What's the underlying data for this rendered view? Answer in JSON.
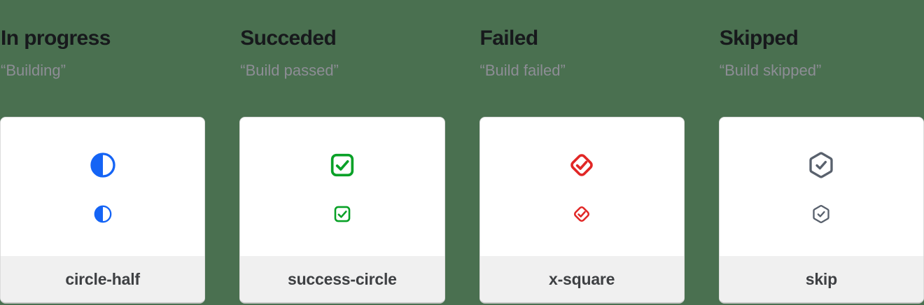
{
  "page": {
    "background_color": "#4a7050",
    "card_background": "#ffffff",
    "card_footer_background": "#f0f0f0",
    "heading_color": "#17191c",
    "quote_color": "#8d8d95",
    "label_color": "#3e4043"
  },
  "columns": [
    {
      "heading": "In progress",
      "quote": "“Building”",
      "icon": "circle-half-icon",
      "icon_color": "#1564f5",
      "icon_name": "circle-half"
    },
    {
      "heading": "Succeded",
      "quote": "“Build passed”",
      "icon": "check-square-icon",
      "icon_color": "#09a127",
      "icon_name": "success-circle"
    },
    {
      "heading": "Failed",
      "quote": "“Build failed”",
      "icon": "check-diamond-icon",
      "icon_color": "#e12726",
      "icon_name": "x-square"
    },
    {
      "heading": "Skipped",
      "quote": "“Build skipped”",
      "icon": "check-hexagon-icon",
      "icon_color": "#59616d",
      "icon_name": "skip"
    }
  ]
}
